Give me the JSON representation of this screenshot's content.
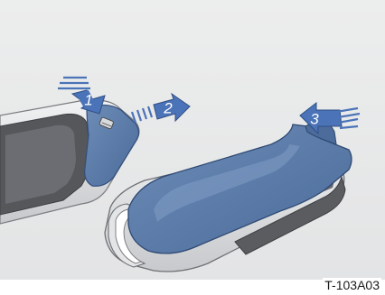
{
  "figure": {
    "code": "T-103A03",
    "colors": {
      "background": "#e8e9ea",
      "panel": "#ffffff",
      "cover_blue": "#5b7aa6",
      "cover_blue_dark": "#3f5f8e",
      "arrow_blue": "#4b73b8",
      "body_silver": "#dadcdf",
      "body_dark": "#5a5c60"
    }
  },
  "steps": [
    {
      "label": "1"
    },
    {
      "label": "2"
    },
    {
      "label": "3"
    }
  ]
}
